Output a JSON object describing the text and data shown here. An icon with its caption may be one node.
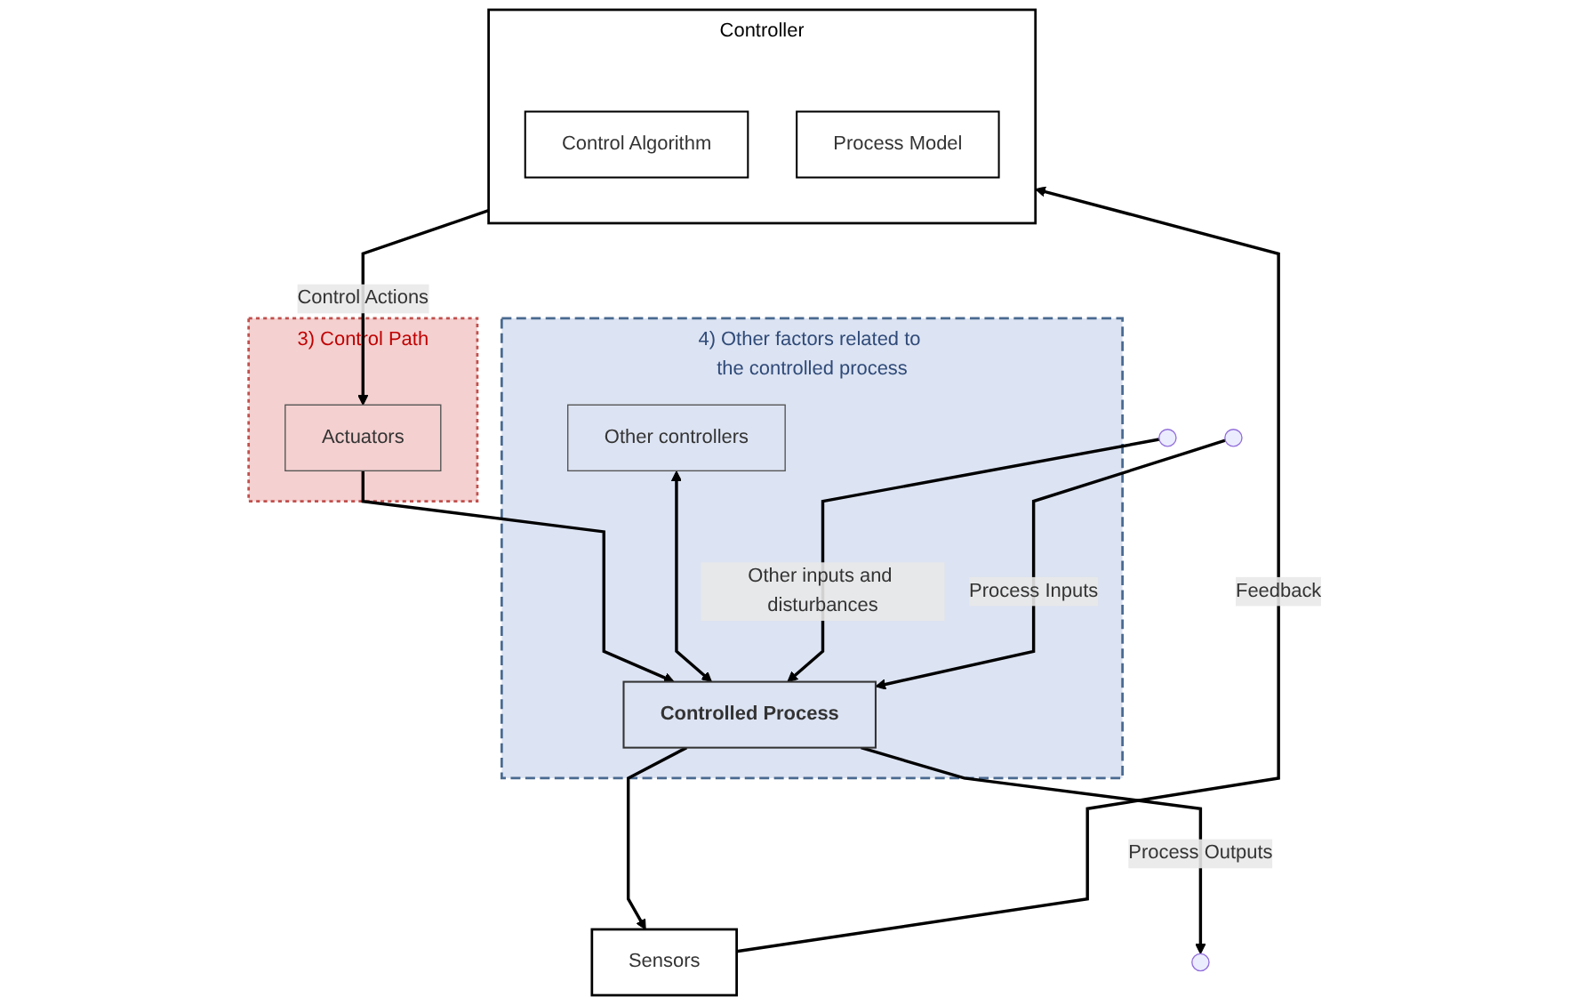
{
  "diagram": {
    "nodes": [
      {
        "text": [
          "Controller"
        ]
      },
      {
        "text": [
          "Control Algorithm"
        ],
        "in": 0
      },
      {
        "text": [
          "Process Model"
        ],
        "in": 0
      },
      {
        "text": [
          "3) Control Path"
        ]
      },
      {
        "text": [
          "Actuators"
        ],
        "in": 3
      },
      {
        "text": [
          "Sensors"
        ]
      },
      {
        "text": [
          "4) Other factors related to the controlled process"
        ]
      },
      {
        "text": [
          "Other controllers"
        ],
        "in": 6
      },
      {
        "text": [
          "Controlled Process"
        ],
        "in": 6
      }
    ],
    "edges": [
      {
        "from": 0,
        "to": 4,
        "arrow": "to",
        "label": "Control Actions"
      },
      {
        "from": 4,
        "to": 8,
        "arrow": "to"
      },
      {
        "from": 8,
        "to": 5,
        "arrow": "to"
      },
      {
        "from": 5,
        "to": 0,
        "arrow": "to",
        "label": "Feedback"
      },
      {
        "from": 7,
        "to": 8,
        "arrow": "both"
      },
      {
        "from": null,
        "to": 8,
        "arrow": "to",
        "label": "Other inputs and disturbances"
      },
      {
        "from": null,
        "to": 8,
        "arrow": "to",
        "label": "Process Inputs"
      },
      {
        "from": 8,
        "to": null,
        "arrow": "to",
        "label": "Process Outputs"
      }
    ]
  }
}
